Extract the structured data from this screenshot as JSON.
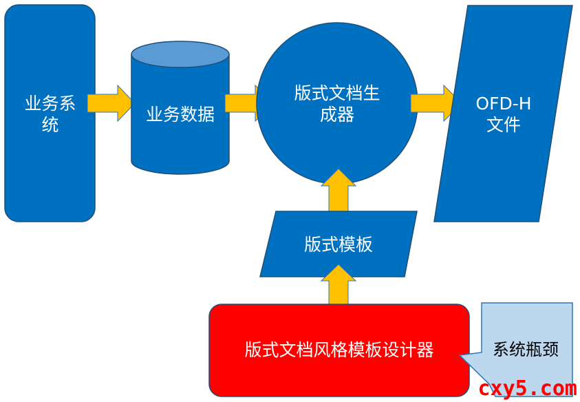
{
  "nodes": {
    "business_system": {
      "line1": "业务系",
      "line2": "统"
    },
    "business_data": {
      "label": "业务数据"
    },
    "generator": {
      "line1": "版式文档生",
      "line2": "成器"
    },
    "ofd_file": {
      "line1": "OFD-H",
      "line2": "文件"
    },
    "template": {
      "label": "版式模板"
    },
    "designer": {
      "label": "版式文档风格模板设计器"
    },
    "callout": {
      "label": "系统瓶颈"
    }
  },
  "watermark": {
    "text": "cxy5.com"
  },
  "colors": {
    "node_fill": "#0070c0",
    "node_stroke": "#1f4e79",
    "cylinder_top": "#5b9bd5",
    "arrow_fill": "#ffc000",
    "designer_fill": "#ff0000",
    "callout_fill": "#bdd7ee",
    "watermark": "#ff0000"
  }
}
